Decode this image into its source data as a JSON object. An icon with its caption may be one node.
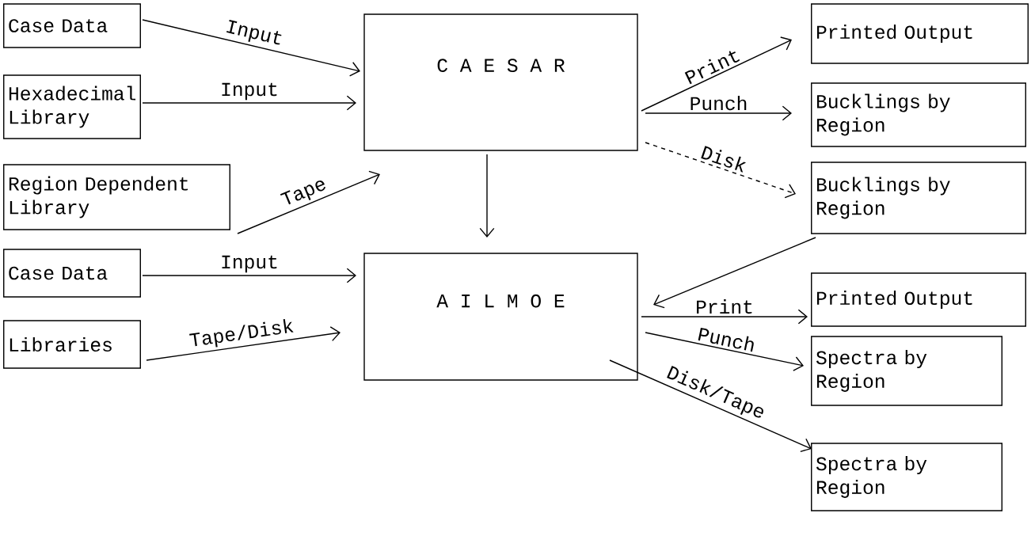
{
  "diagram": {
    "nodes": [
      {
        "text": [
          "Case Data"
        ]
      },
      {
        "text": [
          "Hexadecimal Library"
        ]
      },
      {
        "text": [
          "Region Dependent Library"
        ]
      },
      {
        "text": [
          "Case Data"
        ]
      },
      {
        "text": [
          "Libraries"
        ]
      },
      {
        "text": [
          "C A E S A R"
        ]
      },
      {
        "text": [
          "A I L M O E"
        ]
      },
      {
        "text": [
          "Printed Output"
        ]
      },
      {
        "text": [
          "Bucklings by Region"
        ]
      },
      {
        "text": [
          "Bucklings by Region"
        ]
      },
      {
        "text": [
          "Printed Output"
        ]
      },
      {
        "text": [
          "Spectra by Region"
        ]
      },
      {
        "text": [
          "Spectra by Region"
        ]
      }
    ],
    "edges": [
      {
        "from": 0,
        "to": 5,
        "arrow": "to",
        "label": "Input"
      },
      {
        "from": 1,
        "to": 5,
        "arrow": "to",
        "label": "Input"
      },
      {
        "from": 2,
        "to": 5,
        "arrow": "to",
        "label": "Tape"
      },
      {
        "from": 5,
        "to": 7,
        "arrow": "to",
        "label": "Print"
      },
      {
        "from": 5,
        "to": 8,
        "arrow": "to",
        "label": "Punch"
      },
      {
        "from": 5,
        "to": 9,
        "arrow": "to",
        "label": "Disk",
        "style": "dashed"
      },
      {
        "from": 5,
        "to": 6,
        "arrow": "to"
      },
      {
        "from": 9,
        "to": 6,
        "arrow": "to"
      },
      {
        "from": 3,
        "to": 6,
        "arrow": "to",
        "label": "Input"
      },
      {
        "from": 4,
        "to": 6,
        "arrow": "to",
        "label": "Tape/Disk"
      },
      {
        "from": 6,
        "to": 10,
        "arrow": "to",
        "label": "Print"
      },
      {
        "from": 6,
        "to": 11,
        "arrow": "to",
        "label": "Punch"
      },
      {
        "from": 6,
        "to": 12,
        "arrow": "to",
        "label": "Disk/Tape"
      }
    ]
  }
}
